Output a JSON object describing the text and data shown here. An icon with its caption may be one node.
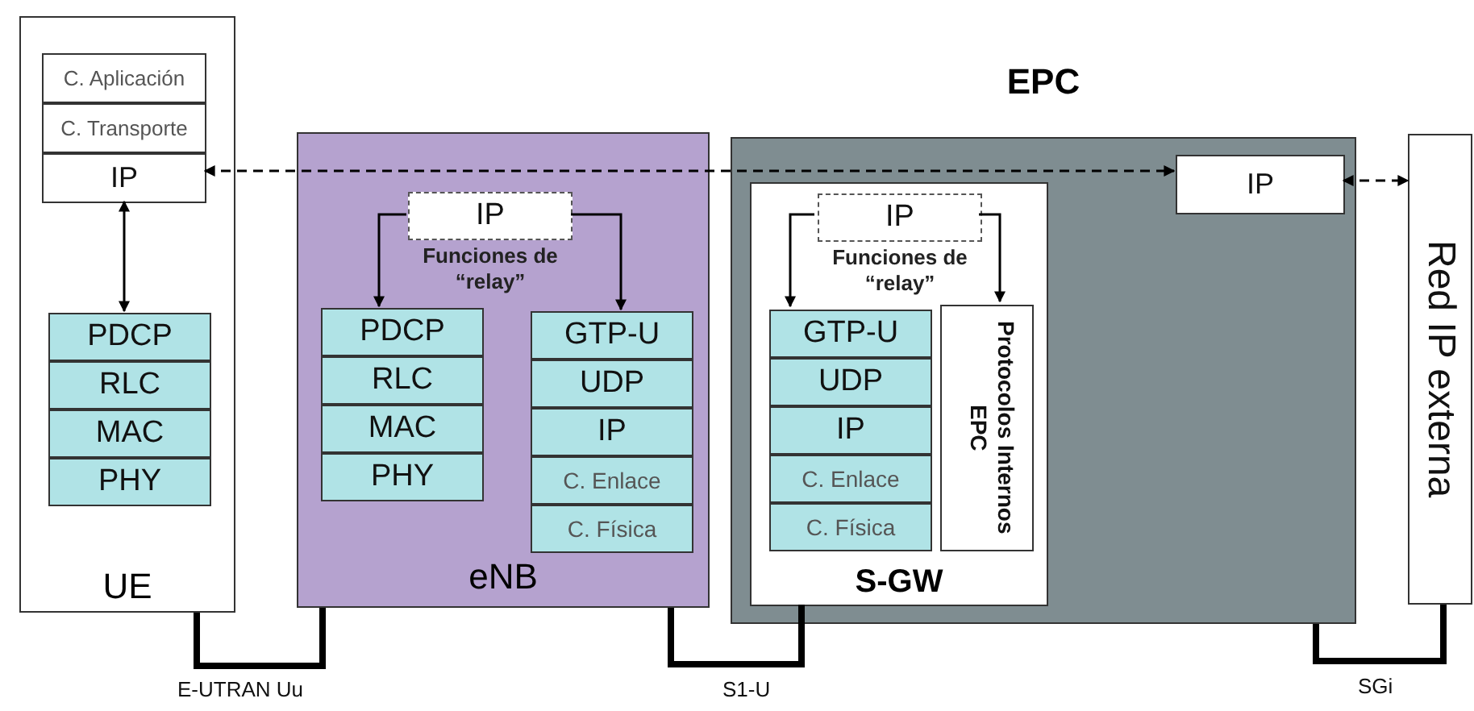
{
  "diagram": {
    "nodes": [
      {
        "text": [
          "UE"
        ]
      },
      {
        "text": [
          "C. Aplicación"
        ],
        "in": 0
      },
      {
        "text": [
          "C. Transporte"
        ],
        "in": 0
      },
      {
        "text": [
          "IP"
        ],
        "in": 0
      },
      {
        "text": [
          "PDCP"
        ],
        "in": 0
      },
      {
        "text": [
          "RLC"
        ],
        "in": 0
      },
      {
        "text": [
          "MAC"
        ],
        "in": 0
      },
      {
        "text": [
          "PHY"
        ],
        "in": 0
      },
      {
        "text": [
          "eNB"
        ]
      },
      {
        "text": [
          "IP"
        ],
        "in": 8,
        "beside": [
          "Funciones de “relay”"
        ]
      },
      {
        "text": [
          "PDCP"
        ],
        "in": 8
      },
      {
        "text": [
          "RLC"
        ],
        "in": 8
      },
      {
        "text": [
          "MAC"
        ],
        "in": 8
      },
      {
        "text": [
          "PHY"
        ],
        "in": 8
      },
      {
        "text": [
          "GTP-U"
        ],
        "in": 8
      },
      {
        "text": [
          "UDP"
        ],
        "in": 8
      },
      {
        "text": [
          "IP"
        ],
        "in": 8
      },
      {
        "text": [
          "C. Enlace"
        ],
        "in": 8
      },
      {
        "text": [
          "C. Física"
        ],
        "in": 8
      },
      {
        "text": [
          "EPC"
        ]
      },
      {
        "text": [
          "IP"
        ],
        "in": 19
      },
      {
        "text": [
          "S-GW"
        ],
        "in": 19
      },
      {
        "text": [
          "IP"
        ],
        "in": 21,
        "beside": [
          "Funciones de “relay”"
        ]
      },
      {
        "text": [
          "GTP-U"
        ],
        "in": 21
      },
      {
        "text": [
          "UDP"
        ],
        "in": 21
      },
      {
        "text": [
          "IP"
        ],
        "in": 21
      },
      {
        "text": [
          "C. Enlace"
        ],
        "in": 21
      },
      {
        "text": [
          "C. Física"
        ],
        "in": 21
      },
      {
        "text": [
          "Protocolos Internos EPC"
        ],
        "in": 21
      },
      {
        "text": [
          "Red IP externa"
        ]
      }
    ],
    "edges": [
      {
        "from": 3,
        "to": 20,
        "arrow": "both",
        "style": "dashed"
      },
      {
        "from": 3,
        "to": 4,
        "arrow": "both"
      },
      {
        "from": 9,
        "to": 10,
        "arrow": "to"
      },
      {
        "from": 9,
        "to": 14,
        "arrow": "to"
      },
      {
        "from": 22,
        "to": 23,
        "arrow": "to"
      },
      {
        "from": 22,
        "to": 28,
        "arrow": "to"
      },
      {
        "from": 20,
        "to": 29,
        "arrow": "both",
        "style": "dashed"
      },
      {
        "from": 0,
        "to": 8,
        "arrow": "none",
        "label": "E-UTRAN Uu",
        "style": "thick"
      },
      {
        "from": 8,
        "to": 21,
        "arrow": "none",
        "label": "S1-U",
        "style": "thick"
      },
      {
        "from": 19,
        "to": 29,
        "arrow": "none",
        "label": "SGi",
        "style": "thick"
      }
    ]
  }
}
